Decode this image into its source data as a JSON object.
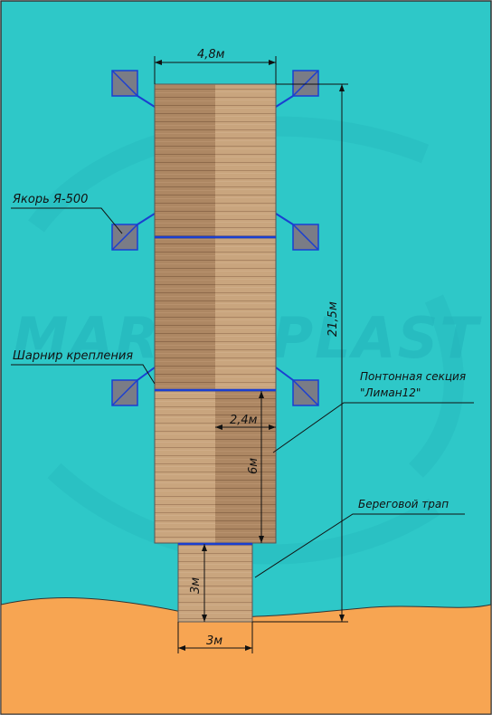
{
  "watermark": {
    "text": "MARINEPLAST"
  },
  "labels": {
    "anchor": "Якорь Я-500",
    "hinge": "Шарнир крепления",
    "section_line1": "Понтонная секция",
    "section_line2": "\"Лиман12\"",
    "gangway": "Береговой трап"
  },
  "dimensions": {
    "total_width": "4,8м",
    "total_length": "21,5м",
    "half_width": "2,4м",
    "section_length": "6м",
    "gangway_length": "3м",
    "gangway_width": "3м"
  },
  "colors": {
    "water": "#2ec8c8",
    "shore": "#f7a552",
    "deck_light": "#c7a27a",
    "deck_dark": "#a9825e",
    "anchor": "#7a7c86",
    "anchor_rope": "#1a3fd1",
    "dimension_line": "#111111"
  }
}
